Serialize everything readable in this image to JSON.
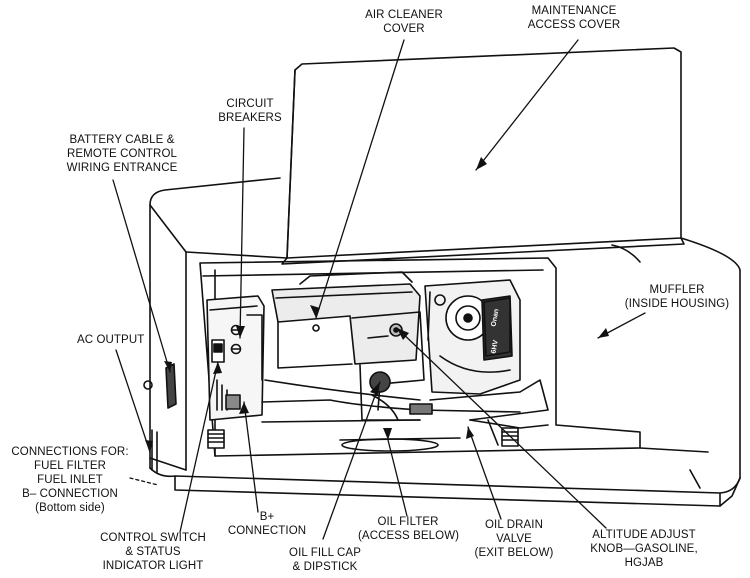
{
  "diagram": {
    "colors": {
      "ink": "#111111",
      "shade": "#bdbdbd",
      "dark": "#555555",
      "background": "#ffffff"
    },
    "labels": {
      "air_cleaner_cover": [
        "AIR CLEANER",
        "COVER"
      ],
      "maintenance_access_cover": [
        "MAINTENANCE",
        "ACCESS COVER"
      ],
      "circuit_breakers": [
        "CIRCUIT",
        "BREAKERS"
      ],
      "battery_cable": [
        "BATTERY CABLE &",
        "REMOTE CONTROL",
        "WIRING ENTRANCE"
      ],
      "muffler": [
        "MUFFLER",
        "(INSIDE HOUSING)"
      ],
      "ac_output": [
        "AC OUTPUT"
      ],
      "connections": [
        "CONNECTIONS FOR:",
        "FUEL FILTER",
        "FUEL INLET",
        "B– CONNECTION",
        "(Bottom side)"
      ],
      "b_plus": [
        "B+",
        "CONNECTION"
      ],
      "oil_filter": [
        "OIL FILTER",
        "(ACCESS BELOW)"
      ],
      "oil_drain_valve": [
        "OIL DRAIN",
        "VALVE",
        "(EXIT BELOW)"
      ],
      "control_switch": [
        "CONTROL SWITCH",
        "& STATUS",
        "INDICATOR LIGHT"
      ],
      "oil_fill_cap": [
        "OIL FILL CAP",
        "& DIPSTICK"
      ],
      "altitude_adjust": [
        "ALTITUDE ADJUST",
        "KNOB—GASOLINE,",
        "HGJAB"
      ]
    },
    "decal_text": [
      "Onan",
      "6HV"
    ]
  }
}
